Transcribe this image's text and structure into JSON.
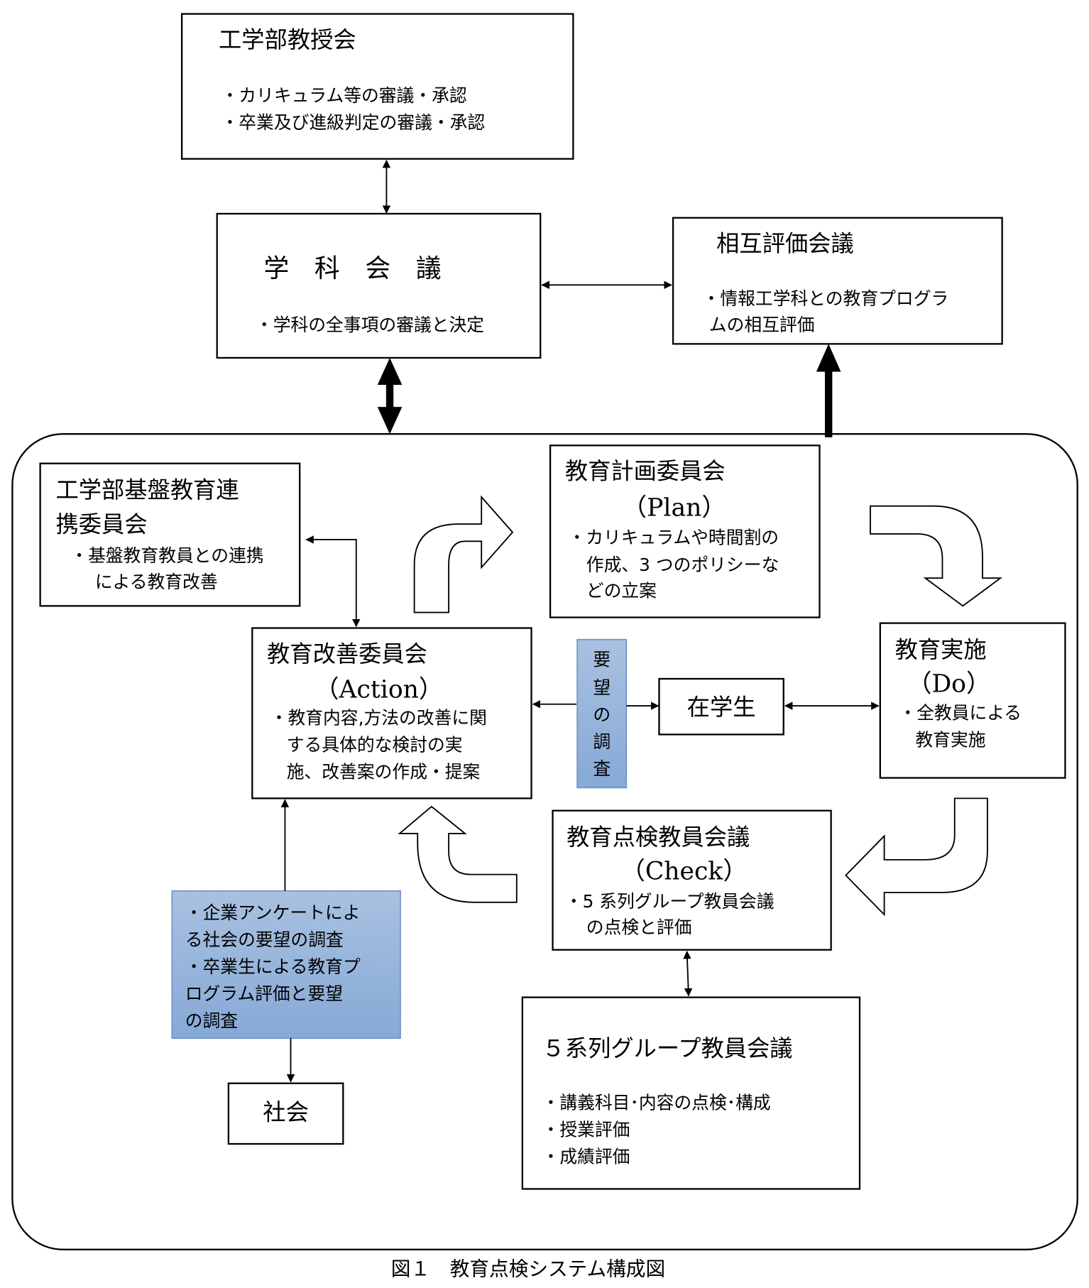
{
  "figure": {
    "caption": "図１　教育点検システム構成図"
  },
  "nodes": {
    "faculty_council": {
      "title": "工学部教授会",
      "items": [
        "・カリキュラム等の審議・承認",
        "・卒業及び進級判定の審議・承認"
      ]
    },
    "department_meeting": {
      "title": "学　科　会　議",
      "items": [
        "・学科の全事項の審議と決定"
      ]
    },
    "mutual_evaluation": {
      "title": "相互評価会議",
      "items": [
        "・情報工学科との教育プログラ",
        "ムの相互評価"
      ]
    },
    "foundation_committee": {
      "title_lines": [
        "工学部基盤教育連",
        "携委員会"
      ],
      "items": [
        "・基盤教育教員との連携",
        "による教育改善"
      ]
    },
    "plan_committee": {
      "title": "教育計画委員会",
      "phase": "（Plan）",
      "items": [
        "・カリキュラムや時間割の",
        "作成、3 つのポリシーな",
        "どの立案"
      ]
    },
    "action_committee": {
      "title": "教育改善委員会",
      "phase": "（Action）",
      "items": [
        "・教育内容,方法の改善に関",
        "する具体的な検討の実",
        "施、改善案の作成・提案"
      ]
    },
    "do_implementation": {
      "title": "教育実施",
      "phase": "（Do）",
      "items": [
        "・全教員による",
        "教育実施"
      ]
    },
    "check_meeting": {
      "title": "教育点検教員会議",
      "phase": "（Check）",
      "items": [
        "・5 系列グループ教員会議",
        "の点検と評価"
      ]
    },
    "group_meeting": {
      "title": "５系列グループ教員会議",
      "items": [
        "・講義科目･内容の点検･構成",
        "・授業評価",
        "・成績評価"
      ]
    },
    "students": {
      "title": "在学生"
    },
    "society": {
      "title": "社会"
    },
    "survey_students": {
      "chars": [
        "要",
        "望",
        "の",
        "調",
        "査"
      ]
    },
    "survey_society": {
      "items": [
        "・企業アンケートによ",
        "る社会の要望の調査",
        "・卒業生による教育プ",
        "ログラム評価と要望",
        "の調査"
      ]
    }
  },
  "colors": {
    "survey_fill_top": "#a9c1e1",
    "survey_fill_bottom": "#86a9d6",
    "survey_border": "#6f95c8"
  }
}
